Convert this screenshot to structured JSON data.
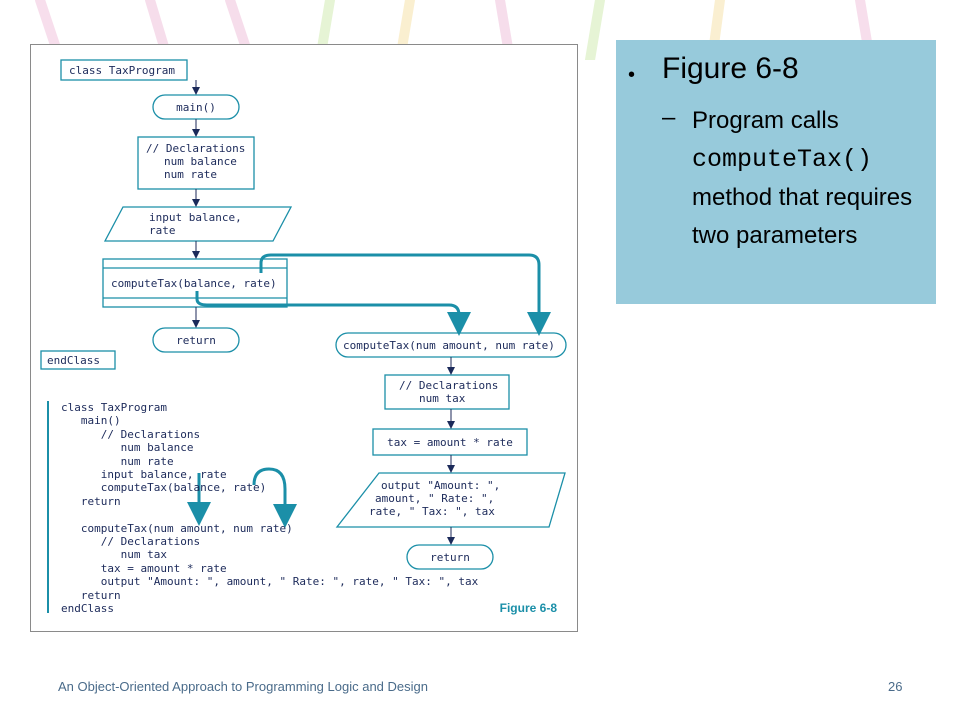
{
  "figure": {
    "class_label": "class TaxProgram",
    "main_label": "main()",
    "decl_main": [
      "// Declarations",
      "num balance",
      "num rate"
    ],
    "input_label": [
      "input balance,",
      "rate"
    ],
    "call_label": "computeTax(balance, rate)",
    "return_main": "return",
    "end_class": "endClass",
    "method_header": "computeTax(num amount, num rate)",
    "decl_method": [
      "// Declarations",
      "num tax"
    ],
    "tax_calc": "tax = amount * rate",
    "output_label": [
      "output \"Amount: \",",
      "amount, \" Rate: \",",
      "rate, \" Tax: \", tax"
    ],
    "return_method": "return",
    "pseudocode": [
      "class TaxProgram",
      "   main()",
      "      // Declarations",
      "         num balance",
      "         num rate",
      "      input balance, rate",
      "      computeTax(balance, rate)",
      "   return",
      "",
      "   computeTax(num amount, num rate)",
      "      // Declarations",
      "         num tax",
      "      tax = amount * rate",
      "      output \"Amount: \", amount, \" Rate: \", rate, \" Tax: \", tax",
      "   return",
      "endClass"
    ],
    "caption": "Figure 6-8"
  },
  "bullet": {
    "title": "Figure 6-8",
    "sub_prefix": "Program calls",
    "sub_code": "computeTax()",
    "sub_suffix": "method that requires two parameters"
  },
  "footer": {
    "text": "An Object-Oriented Approach to Programming Logic and Design",
    "page": "26"
  },
  "colors": {
    "accent": "#1b8fa8",
    "box_blue": "#97cadb",
    "ink": "#1c2a5a"
  }
}
